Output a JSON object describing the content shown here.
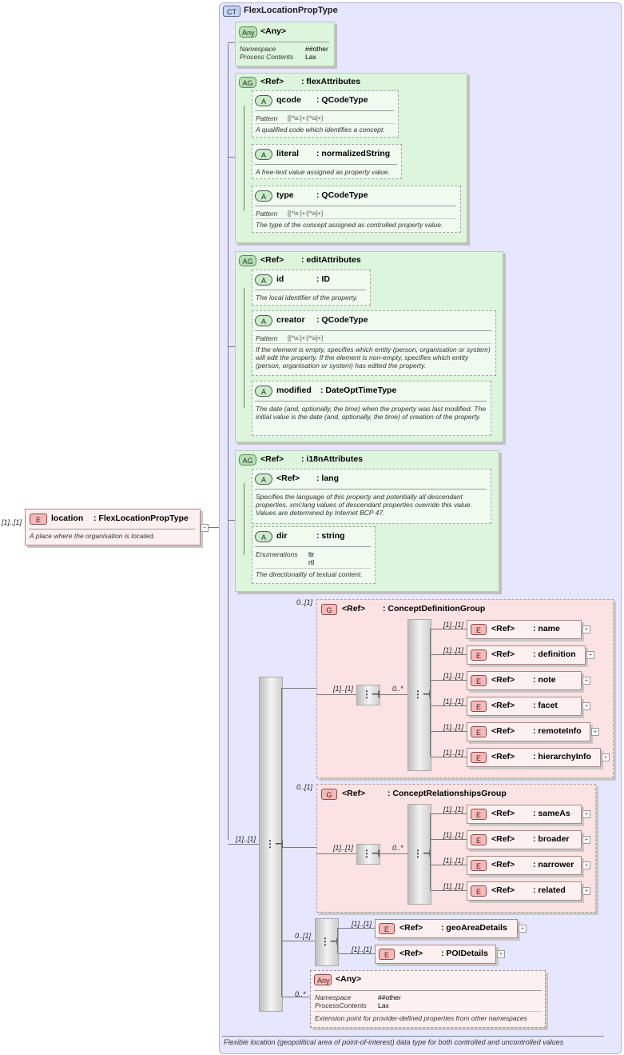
{
  "root": {
    "card": "[1]..[1]",
    "tag": "E",
    "name": "location",
    "type": ": FlexLocationPropType",
    "doc": "A place where the organisation is located.",
    "collapse": "−"
  },
  "ct": {
    "tag": "CT",
    "title": "FlexLocationPropType",
    "footer": "Flexible location (geopolitical area of point-of-interest) data type for both controlled and uncontrolled values"
  },
  "any1": {
    "tag": "Any",
    "name": "<Any>",
    "ns_label": "Namespace",
    "ns_value": "##other",
    "pc_label": "Process Contents",
    "pc_value": "Lax"
  },
  "flex": {
    "tag": "AG",
    "ref": "<Ref>",
    "name": ": flexAttributes",
    "attrs": [
      {
        "tag": "A",
        "name": "qcode",
        "type": ": QCodeType",
        "pattern_label": "Pattern",
        "pattern": "[[^\\s:]+:[^\\s]+]",
        "doc": "A qualified code which identifies a concept."
      },
      {
        "tag": "A",
        "name": "literal",
        "type": ": normalizedString",
        "doc": "A free-text value assigned as property value."
      },
      {
        "tag": "A",
        "name": "type",
        "type": ": QCodeType",
        "pattern_label": "Pattern",
        "pattern": "[[^\\s:]+:[^\\s]+]",
        "doc": "The type of the concept assigned as controlled property value."
      }
    ]
  },
  "edit": {
    "tag": "AG",
    "ref": "<Ref>",
    "name": ": editAttributes",
    "attrs": [
      {
        "tag": "A",
        "name": "id",
        "type": ": ID",
        "doc": "The local identifier of the property."
      },
      {
        "tag": "A",
        "name": "creator",
        "type": ": QCodeType",
        "pattern_label": "Pattern",
        "pattern": "[[^\\s:]+:[^\\s]+]",
        "doc": "If the element is empty, specifies which entity (person, organisation or system) will edit the property. If the element is non-empty, specifies which entity (person, organisation or system) has edited the property."
      },
      {
        "tag": "A",
        "name": "modified",
        "type": ": DateOptTimeType",
        "doc": "The date (and, optionally, the time) when the property was last modified. The initial value is the date (and, optionally, the time) of creation of the property."
      }
    ]
  },
  "i18n": {
    "tag": "AG",
    "ref": "<Ref>",
    "name": ": i18nAttributes",
    "lang": {
      "tag": "A",
      "ref": "<Ref>",
      "name": ": lang",
      "doc": "Specifies the language of this property and potentially all descendant properties. xml:lang values of descendant properties override this value. Values are determined by Internet BCP 47."
    },
    "dir": {
      "tag": "A",
      "name": "dir",
      "type": ": string",
      "enum_label": "Enumerations",
      "enum1": "ltr",
      "enum2": "rtl",
      "doc": "The directionality of textual content."
    }
  },
  "seq_card": "[1]..[1]",
  "cdg": {
    "card": "0..[1]",
    "tag": "G",
    "ref": "<Ref>",
    "name": ": ConceptDefinitionGroup",
    "seq_card": "[1]..[1]",
    "choice_card": "0..*",
    "items": [
      {
        "card": "[1]..[1]",
        "tag": "E",
        "ref": "<Ref>",
        "name": ": name"
      },
      {
        "card": "[1]..[1]",
        "tag": "E",
        "ref": "<Ref>",
        "name": ": definition"
      },
      {
        "card": "[1]..[1]",
        "tag": "E",
        "ref": "<Ref>",
        "name": ": note"
      },
      {
        "card": "[1]..[1]",
        "tag": "E",
        "ref": "<Ref>",
        "name": ": facet"
      },
      {
        "card": "[1]..[1]",
        "tag": "E",
        "ref": "<Ref>",
        "name": ": remoteInfo"
      },
      {
        "card": "[1]..[1]",
        "tag": "E",
        "ref": "<Ref>",
        "name": ": hierarchyInfo"
      }
    ]
  },
  "crg": {
    "card": "0..[1]",
    "tag": "G",
    "ref": "<Ref>",
    "name": ": ConceptRelationshipsGroup",
    "seq_card": "[1]..[1]",
    "choice_card": "0..*",
    "items": [
      {
        "card": "[1]..[1]",
        "tag": "E",
        "ref": "<Ref>",
        "name": ": sameAs"
      },
      {
        "card": "[1]..[1]",
        "tag": "E",
        "ref": "<Ref>",
        "name": ": broader"
      },
      {
        "card": "[1]..[1]",
        "tag": "E",
        "ref": "<Ref>",
        "name": ": narrower"
      },
      {
        "card": "[1]..[1]",
        "tag": "E",
        "ref": "<Ref>",
        "name": ": related"
      }
    ]
  },
  "geo": {
    "choice_card": "0..[1]",
    "items": [
      {
        "card": "[1]..[1]",
        "tag": "E",
        "ref": "<Ref>",
        "name": ": geoAreaDetails"
      },
      {
        "card": "[1]..[1]",
        "tag": "E",
        "ref": "<Ref>",
        "name": ": POIDetails"
      }
    ]
  },
  "any2": {
    "card": "0..*",
    "tag": "Any",
    "name": "<Any>",
    "ns_label": "Namespace",
    "ns_value": "##other",
    "pc_label": "ProcessContents",
    "pc_value": "Lax",
    "doc": "Extension point for provider-defined properties from other namespaces"
  },
  "plus": "+",
  "tree_icon": "⋮⊣"
}
